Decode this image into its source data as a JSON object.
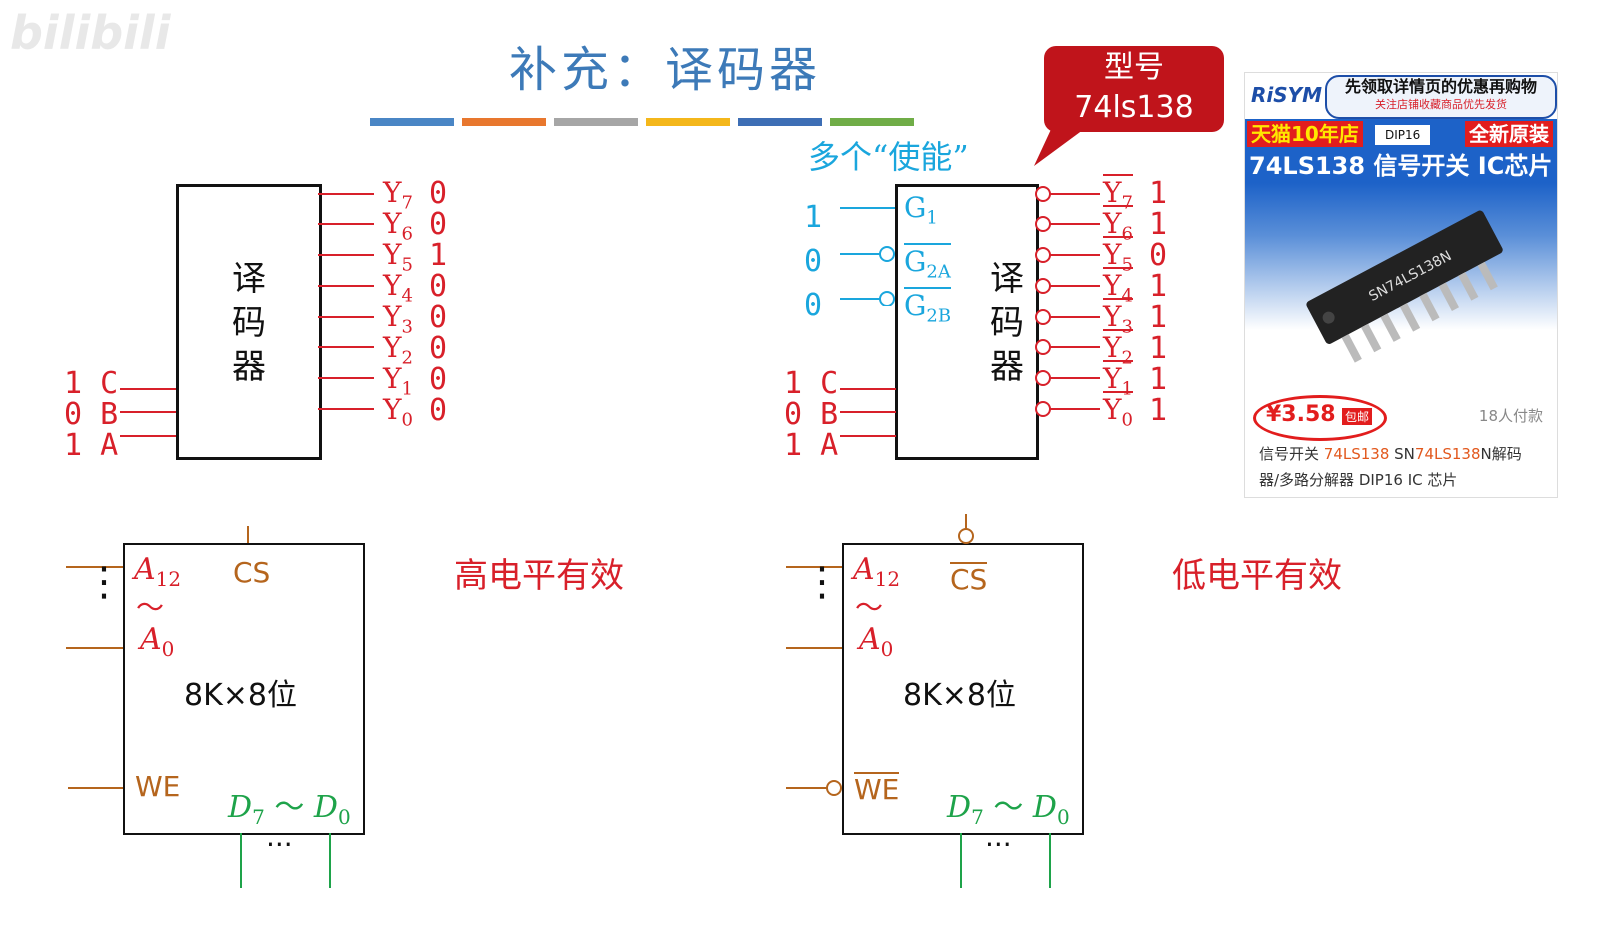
{
  "watermark": "bilibili",
  "title": "补充：译码器",
  "colors": {
    "title": "#3d7ab8",
    "bars": [
      "#4a86c5",
      "#e8772e",
      "#a6a6a6",
      "#f4b71b",
      "#3d6eb5",
      "#70ad47"
    ],
    "output_red": "#d8202a",
    "enable_blue": "#1aa6dd",
    "control_brown": "#b5651d",
    "data_green": "#1ea34a"
  },
  "decoder_left": {
    "label_chars": [
      "译",
      "码",
      "器"
    ],
    "outputs": [
      {
        "name": "Y",
        "sub": "7",
        "value": "0"
      },
      {
        "name": "Y",
        "sub": "6",
        "value": "0"
      },
      {
        "name": "Y",
        "sub": "5",
        "value": "1"
      },
      {
        "name": "Y",
        "sub": "4",
        "value": "0"
      },
      {
        "name": "Y",
        "sub": "3",
        "value": "0"
      },
      {
        "name": "Y",
        "sub": "2",
        "value": "0"
      },
      {
        "name": "Y",
        "sub": "1",
        "value": "0"
      },
      {
        "name": "Y",
        "sub": "0",
        "value": "0"
      }
    ],
    "inputs": [
      {
        "value": "1",
        "name": "C"
      },
      {
        "value": "0",
        "name": "B"
      },
      {
        "value": "1",
        "name": "A"
      }
    ]
  },
  "decoder_right": {
    "enable_note": "多个“使能”",
    "label_chars": [
      "译",
      "码",
      "器"
    ],
    "enables": [
      {
        "value": "1",
        "name": "G",
        "sub": "1",
        "active_low": false
      },
      {
        "value": "0",
        "name": "G",
        "sub": "2A",
        "active_low": true
      },
      {
        "value": "0",
        "name": "G",
        "sub": "2B",
        "active_low": true
      }
    ],
    "outputs": [
      {
        "name": "Y",
        "sub": "7",
        "value": "1"
      },
      {
        "name": "Y",
        "sub": "6",
        "value": "1"
      },
      {
        "name": "Y",
        "sub": "5",
        "value": "0"
      },
      {
        "name": "Y",
        "sub": "4",
        "value": "1"
      },
      {
        "name": "Y",
        "sub": "3",
        "value": "1"
      },
      {
        "name": "Y",
        "sub": "2",
        "value": "1"
      },
      {
        "name": "Y",
        "sub": "1",
        "value": "1"
      },
      {
        "name": "Y",
        "sub": "0",
        "value": "1"
      }
    ],
    "inputs": [
      {
        "value": "1",
        "name": "C"
      },
      {
        "value": "0",
        "name": "B"
      },
      {
        "value": "1",
        "name": "A"
      }
    ]
  },
  "callout": {
    "line1": "型号",
    "line2": "74ls138"
  },
  "product": {
    "brand": "RiSYM",
    "slogan": "先领取详情页的优惠再购物",
    "subslogan": "关注店铺收藏商品优先发货",
    "tmall": "天猫10年店",
    "package": "DIP16",
    "new_label": "全新原装",
    "headline": "74LS138 信号开关 IC芯片",
    "chip_marking": "SN74LS138N",
    "price": "¥3.58",
    "shipping": "包邮",
    "buyers": "18人付款",
    "desc_line1_a": "信号开关 ",
    "desc_line1_b": "74LS138",
    "desc_line1_c": " SN",
    "desc_line1_d": "74LS138",
    "desc_line1_e": "N解码",
    "desc_line2": "器/多路分解器 DIP16 IC 芯片"
  },
  "memory_left": {
    "addr_high": "A",
    "addr_high_sub": "12",
    "tilde": "～",
    "addr_low": "A",
    "addr_low_sub": "0",
    "cs": "CS",
    "size": "8K×8位",
    "we": "WE",
    "data_hi": "D",
    "data_hi_sub": "7",
    "data_tilde": "～",
    "data_lo": "D",
    "data_lo_sub": "0",
    "vdots": "⋮",
    "hdots": "···",
    "note": "高电平有效"
  },
  "memory_right": {
    "addr_high": "A",
    "addr_high_sub": "12",
    "tilde": "～",
    "addr_low": "A",
    "addr_low_sub": "0",
    "cs": "CS",
    "size": "8K×8位",
    "we": "WE",
    "data_hi": "D",
    "data_hi_sub": "7",
    "data_tilde": "～",
    "data_lo": "D",
    "data_lo_sub": "0",
    "vdots": "⋮",
    "hdots": "···",
    "note": "低电平有效"
  }
}
